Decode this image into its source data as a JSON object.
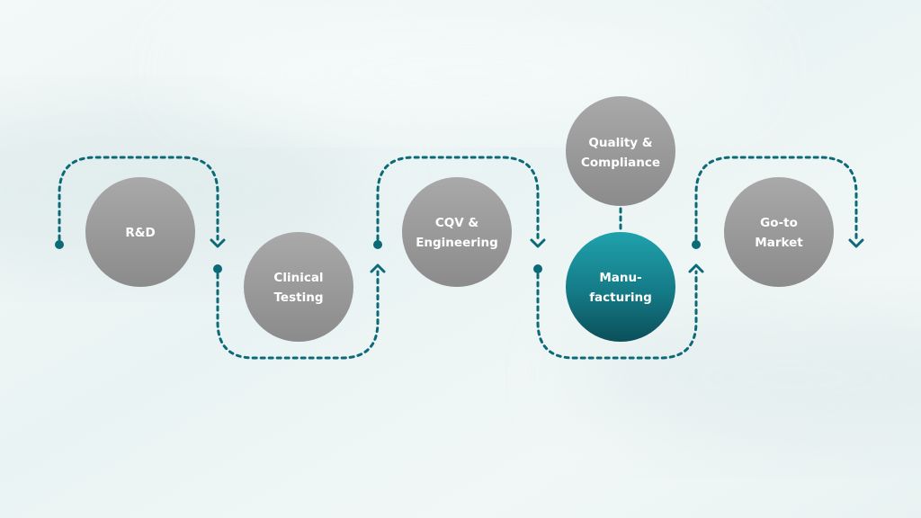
{
  "colors": {
    "background": "#edf5f5",
    "connector": "#0b6a78",
    "circle_gray": "#9a9a9a",
    "circle_accent": "#177f8c"
  },
  "nodes": [
    {
      "id": "rnd",
      "lines": [
        "R&D"
      ],
      "style": "gray"
    },
    {
      "id": "clinical",
      "lines": [
        "Clinical",
        "Testing"
      ],
      "style": "gray"
    },
    {
      "id": "cqv",
      "lines": [
        "CQV &",
        "Engineering"
      ],
      "style": "gray"
    },
    {
      "id": "quality",
      "lines": [
        "Quality &",
        "Compliance"
      ],
      "style": "gray"
    },
    {
      "id": "manufacturing",
      "lines": [
        "Manu-",
        "facturing"
      ],
      "style": "accent"
    },
    {
      "id": "market",
      "lines": [
        "Go-to",
        "Market"
      ],
      "style": "gray"
    }
  ]
}
